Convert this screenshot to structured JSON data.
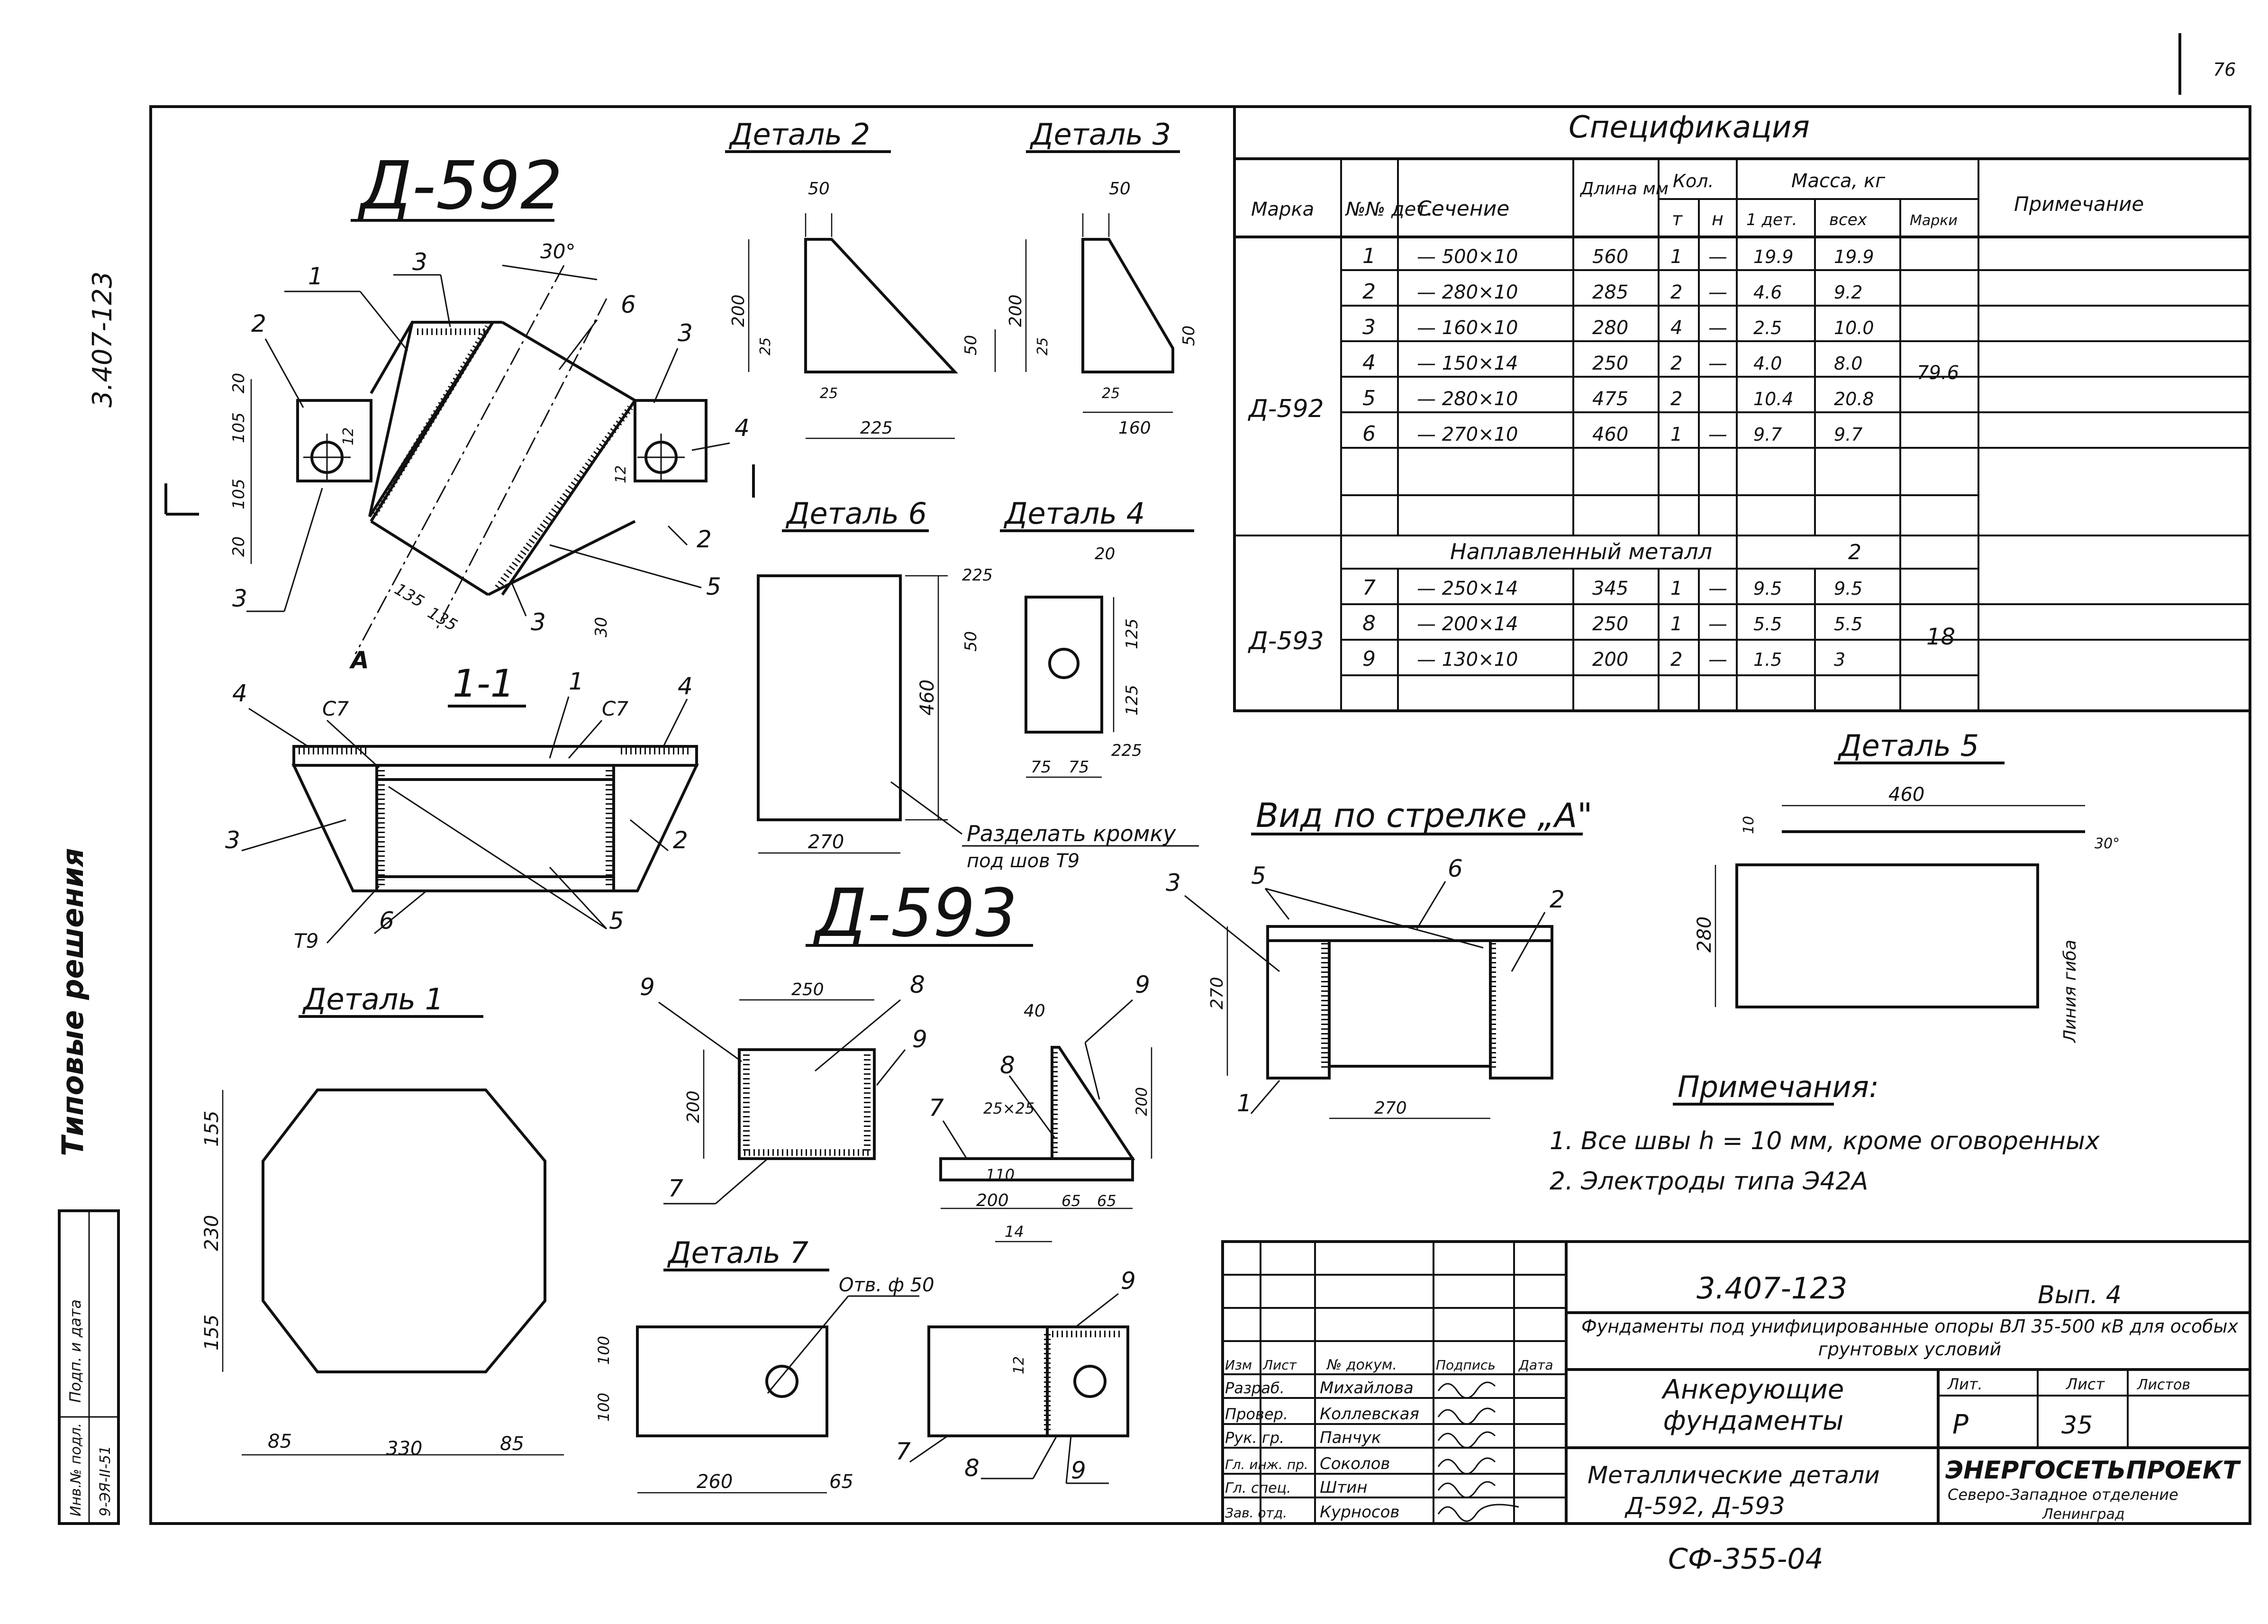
{
  "page_number": "76",
  "side": {
    "doc_code": "3.407-123",
    "series_label": "Типовые решения",
    "stamp_label": "Подп. и дата",
    "stamp_inv_label": "Инв.№ подл.",
    "stamp_inv_value": "9-ЭЯ-II-51"
  },
  "drawing": {
    "d592_title": "Д-592",
    "d593_title": "Д-593",
    "section_1_1": "1-1",
    "view_arrow_a": "Вид по стрелке „А\"",
    "arrow_a": "А",
    "details": {
      "d1": "Деталь 1",
      "d2": "Деталь 2",
      "d3": "Деталь 3",
      "d4": "Деталь 4",
      "d5": "Деталь 5",
      "d6": "Деталь 6",
      "d7": "Деталь 7"
    },
    "weld_c7": "С7",
    "weld_t9": "Т9",
    "note_d6": "Разделать кромку",
    "note_d6_2": "под шов Т9",
    "hole_label": "Отв. ф 50",
    "bend_line": "Линия гиба",
    "angle_30": "30°",
    "callouts": [
      "1",
      "2",
      "3",
      "4",
      "5",
      "6",
      "7",
      "8",
      "9"
    ],
    "dims": {
      "d1_h1": "155",
      "d1_h2": "230",
      "d1_h3": "155",
      "d1_w1": "85",
      "d1_w2": "330",
      "d1_w3": "85",
      "d2_w": "50",
      "d2_h": "200",
      "d2_h2": "25",
      "d2_r": "50",
      "d2_b1": "25",
      "d2_b2": "225",
      "d3_w": "50",
      "d3_h": "200",
      "d3_h2": "25",
      "d3_r": "50",
      "d3_b1": "25",
      "d3_b2": "160",
      "d4_t": "20",
      "d4_a": "225",
      "d4_b": "50",
      "d4_c": "125",
      "d4_d": "125",
      "d4_e": "225",
      "d4_f": "75",
      "d4_g": "75",
      "d6_h": "460",
      "d6_w": "270",
      "d5_w": "460",
      "d5_h": "280",
      "d5_t": "10",
      "va_h": "270",
      "va_w": "270",
      "d593_w": "250",
      "d593_h": "200",
      "d593b_a": "40",
      "d593b_b": "25×25",
      "d593b_c": "110",
      "d593b_d": "200",
      "d593b_e": "65",
      "d593b_f": "65",
      "d593b_g": "14",
      "d593b_h": "200",
      "d7_a": "100",
      "d7_b": "100",
      "d7_c": "260",
      "d7_d": "65",
      "d7_e": "12",
      "m1": "20",
      "m2": "105",
      "m3": "105",
      "m4": "20",
      "m5": "12",
      "m6": "135",
      "m7": "135",
      "m8": "30",
      "m9": "12"
    }
  },
  "spec": {
    "title": "Спецификация",
    "headers": {
      "marka": "Марка",
      "num_det": "№№ дет.",
      "section": "Сечение",
      "length": "Длина мм",
      "qty": "Кол.",
      "qty_t": "т",
      "qty_n": "н",
      "mass": "Масса, кг",
      "mass_det": "1 дет.",
      "mass_all": "всех",
      "mass_mark": "Марки",
      "note": "Примечание"
    },
    "groups": [
      {
        "mark": "Д-592",
        "mark_mass": "79.6",
        "rows": [
          {
            "n": "1",
            "sec": "— 500×10",
            "len": "560",
            "t": "1",
            "nn": "—",
            "m1": "19.9",
            "ma": "19.9"
          },
          {
            "n": "2",
            "sec": "— 280×10",
            "len": "285",
            "t": "2",
            "nn": "—",
            "m1": "4.6",
            "ma": "9.2"
          },
          {
            "n": "3",
            "sec": "— 160×10",
            "len": "280",
            "t": "4",
            "nn": "—",
            "m1": "2.5",
            "ma": "10.0"
          },
          {
            "n": "4",
            "sec": "— 150×14",
            "len": "250",
            "t": "2",
            "nn": "—",
            "m1": "4.0",
            "ma": "8.0"
          },
          {
            "n": "5",
            "sec": "— 280×10",
            "len": "475",
            "t": "2",
            "nn": "",
            "m1": "10.4",
            "ma": "20.8"
          },
          {
            "n": "6",
            "sec": "— 270×10",
            "len": "460",
            "t": "1",
            "nn": "—",
            "m1": "9.7",
            "ma": "9.7"
          }
        ]
      },
      {
        "mark": "Д-593",
        "mark_mass": "18",
        "rows": [
          {
            "n": "7",
            "sec": "— 250×14",
            "len": "345",
            "t": "1",
            "nn": "—",
            "m1": "9.5",
            "ma": "9.5"
          },
          {
            "n": "8",
            "sec": "— 200×14",
            "len": "250",
            "t": "1",
            "nn": "—",
            "m1": "5.5",
            "ma": "5.5"
          },
          {
            "n": "9",
            "sec": "— 130×10",
            "len": "200",
            "t": "2",
            "nn": "—",
            "m1": "1.5",
            "ma": "3"
          }
        ]
      }
    ],
    "weld_label": "Наплавленный металл",
    "weld_value": "2"
  },
  "notes": {
    "title": "Примечания:",
    "items": [
      "1. Все швы h = 10 мм, кроме оговоренных",
      "2. Электроды типа Э42А"
    ]
  },
  "title_block": {
    "code": "3.407-123",
    "issue": "Вып. 4",
    "description": "Фундаменты под унифицированные опоры ВЛ 35-500 кВ для особых грунтовых условий",
    "doc_title": "Анкерующие фундаменты",
    "sheet_title": "Металлические детали",
    "sheet_items": "Д-592, Д-593",
    "lit_label": "Лит.",
    "sheet_label": "Лист",
    "sheets_label": "Листов",
    "lit_value": "Р",
    "sheet_value": "35",
    "org": "ЭНЕРГОСЕТЬПРОЕКТ",
    "org_branch": "Северо-Западное отделение",
    "org_city": "Ленинград",
    "col_izm": "Изм",
    "col_list": "Лист",
    "col_doc": "№ докум.",
    "col_sign": "Подпись",
    "col_date": "Дата",
    "staff": [
      {
        "role": "Разраб.",
        "name": "Михайлова"
      },
      {
        "role": "Провер.",
        "name": "Коллевская"
      },
      {
        "role": "Рук. гр.",
        "name": "Панчук"
      },
      {
        "role": "Гл. инж. пр.",
        "name": "Соколов"
      },
      {
        "role": "Гл. спец.",
        "name": "Штин"
      },
      {
        "role": "Зав. отд.",
        "name": "Курносов"
      }
    ],
    "archive": "СФ-355-04"
  }
}
